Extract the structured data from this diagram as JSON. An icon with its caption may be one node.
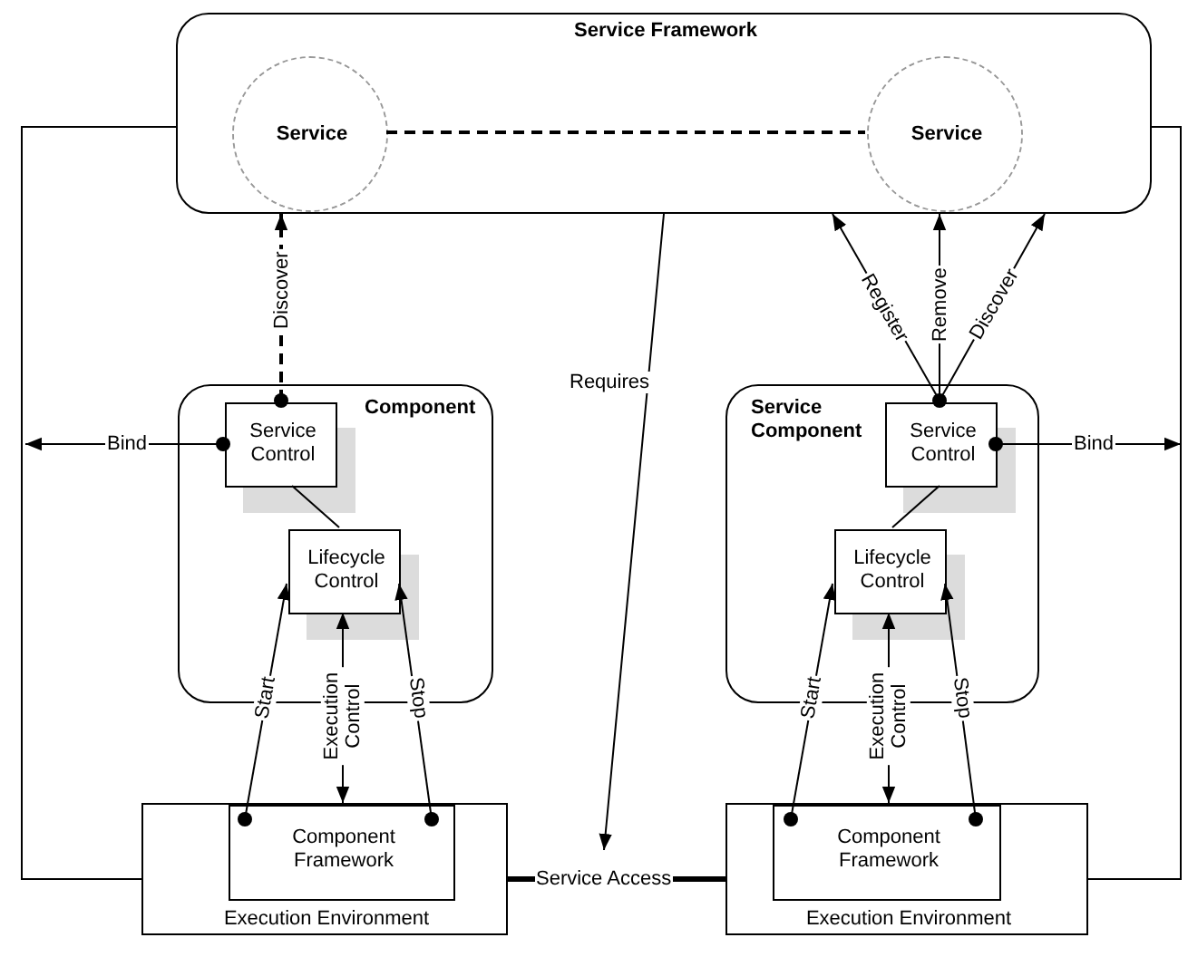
{
  "diagram": {
    "nodes": [
      {
        "text": [
          "Service Framework"
        ]
      },
      {
        "text": [
          "Service"
        ],
        "in": 0
      },
      {
        "text": [
          "Service"
        ],
        "in": 0
      },
      {
        "text": [
          "Component"
        ]
      },
      {
        "text": [
          "Service Control"
        ],
        "in": 3
      },
      {
        "text": [
          "Lifecycle Control"
        ],
        "in": 3
      },
      {
        "text": [
          "Service Component"
        ]
      },
      {
        "text": [
          "Service Control"
        ],
        "in": 6
      },
      {
        "text": [
          "Lifecycle Control"
        ],
        "in": 6
      },
      {
        "text": [
          "Execution Environment"
        ]
      },
      {
        "text": [
          "Component Framework"
        ],
        "in": 9
      },
      {
        "text": [
          "Execution Environment"
        ]
      },
      {
        "text": [
          "Component Framework"
        ],
        "in": 11
      }
    ],
    "edges": [
      {
        "from": 1,
        "to": 2,
        "arrow": "none",
        "style": "dashed"
      },
      {
        "from": 9,
        "to": 0,
        "arrow": "none"
      },
      {
        "from": 11,
        "to": 0,
        "arrow": "none"
      },
      {
        "from": 4,
        "to": null,
        "arrow": "to",
        "label": "Bind"
      },
      {
        "from": 4,
        "to": 0,
        "arrow": "to",
        "label": "Discover",
        "style": "dashed"
      },
      {
        "from": 4,
        "to": 5,
        "arrow": "none"
      },
      {
        "from": 10,
        "to": 5,
        "arrow": "to",
        "label": "Start"
      },
      {
        "from": 10,
        "to": 5,
        "arrow": "to",
        "label": "Stop"
      },
      {
        "from": 5,
        "to": 10,
        "arrow": "both",
        "label": "Execution Control"
      },
      {
        "from": 7,
        "to": 0,
        "arrow": "to",
        "label": "Register"
      },
      {
        "from": 7,
        "to": 0,
        "arrow": "to",
        "label": "Remove"
      },
      {
        "from": 7,
        "to": 0,
        "arrow": "to",
        "label": "Discover"
      },
      {
        "from": 7,
        "to": null,
        "arrow": "to",
        "label": "Bind"
      },
      {
        "from": 7,
        "to": 8,
        "arrow": "none"
      },
      {
        "from": 12,
        "to": 8,
        "arrow": "to",
        "label": "Start"
      },
      {
        "from": 12,
        "to": 8,
        "arrow": "to",
        "label": "Stop"
      },
      {
        "from": 8,
        "to": 12,
        "arrow": "both",
        "label": "Execution Control"
      },
      {
        "from": 0,
        "to": null,
        "arrow": "to",
        "label": "Requires"
      },
      {
        "from": 9,
        "to": 11,
        "arrow": "none",
        "label": "Service Access",
        "style": "thick"
      }
    ]
  }
}
